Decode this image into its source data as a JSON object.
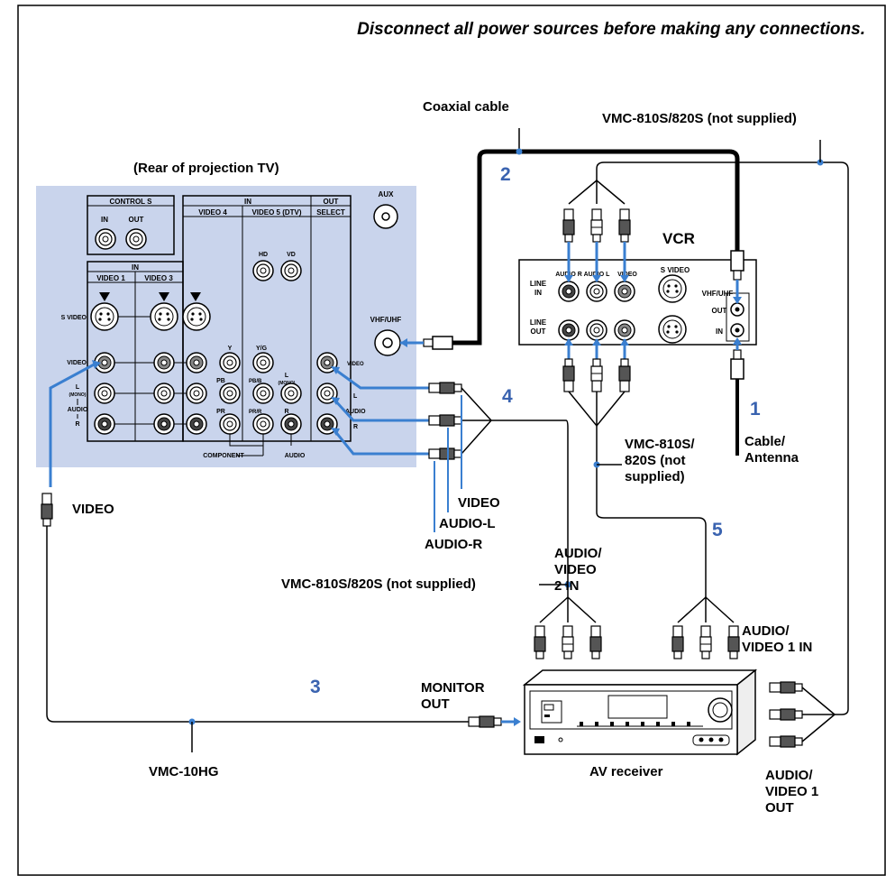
{
  "warning": "Disconnect all power sources before making any connections.",
  "labels": {
    "coaxial_cable": "Coaxial cable",
    "vmc_top_right": "VMC-810S/820S (not supplied)",
    "rear_of_tv": "(Rear of projection TV)",
    "vcr": "VCR",
    "cable_antenna_1": "Cable/",
    "cable_antenna_2": "Antenna",
    "vmc_vcr_1": "VMC-810S/",
    "vmc_vcr_2": "820S (not",
    "vmc_vcr_3": "supplied)",
    "video": "VIDEO",
    "video_right": "VIDEO",
    "audio_l": "AUDIO-L",
    "audio_r": "AUDIO-R",
    "vmc_mid": "VMC-810S/820S (not supplied)",
    "av2_in_1": "AUDIO/",
    "av2_in_2": "VIDEO",
    "av2_in_3": "2 IN",
    "av1_in_1": "AUDIO/",
    "av1_in_2": "VIDEO 1 IN",
    "monitor_out_1": "MONITOR",
    "monitor_out_2": "OUT",
    "vmc_10hg": "VMC-10HG",
    "av_receiver": "AV receiver",
    "av1_out_1": "AUDIO/",
    "av1_out_2": "VIDEO 1",
    "av1_out_3": "OUT"
  },
  "steps": {
    "s1": "1",
    "s2": "2",
    "s3": "3",
    "s4": "4",
    "s5": "5"
  },
  "tv_panel": {
    "control_s": "CONTROL S",
    "in": "IN",
    "out": "OUT",
    "in_header": "IN",
    "out_header": "OUT",
    "video4": "VIDEO 4",
    "video5": "VIDEO 5 (DTV)",
    "select": "SELECT",
    "aux": "AUX",
    "in_left": "IN",
    "video1": "VIDEO 1",
    "video3": "VIDEO 3",
    "hd": "HD",
    "vd": "VD",
    "s_video": "S VIDEO",
    "vhf_uhf": "VHF/UHF",
    "video_row": "VIDEO",
    "l": "L",
    "mono": "(MONO)",
    "audio": "AUDIO",
    "r": "R",
    "y": "Y",
    "pb": "PB",
    "pr": "PR",
    "yg": "Y/G",
    "pbb": "PB/B",
    "prr": "PR/R",
    "l5": "L",
    "mono5": "(MONO)",
    "r5": "R",
    "component": "COMPONENT",
    "audio5": "AUDIO",
    "video_out": "VIDEO",
    "l_out": "L",
    "audio_out": "AUDIO",
    "r_out": "R"
  },
  "vcr_panel": {
    "audio_r": "AUDIO R",
    "audio_l": "AUDIO L",
    "video": "VIDEO",
    "s_video": "S VIDEO",
    "line_in_1": "LINE",
    "line_in_2": "IN",
    "line_out_1": "LINE",
    "line_out_2": "OUT",
    "vhf_uhf": "VHF/UHF",
    "out": "OUT",
    "in": "IN"
  },
  "colors": {
    "panel": "#c9d4ec",
    "blue_cable": "#3a7fd0",
    "step_number": "#3a63b0"
  }
}
